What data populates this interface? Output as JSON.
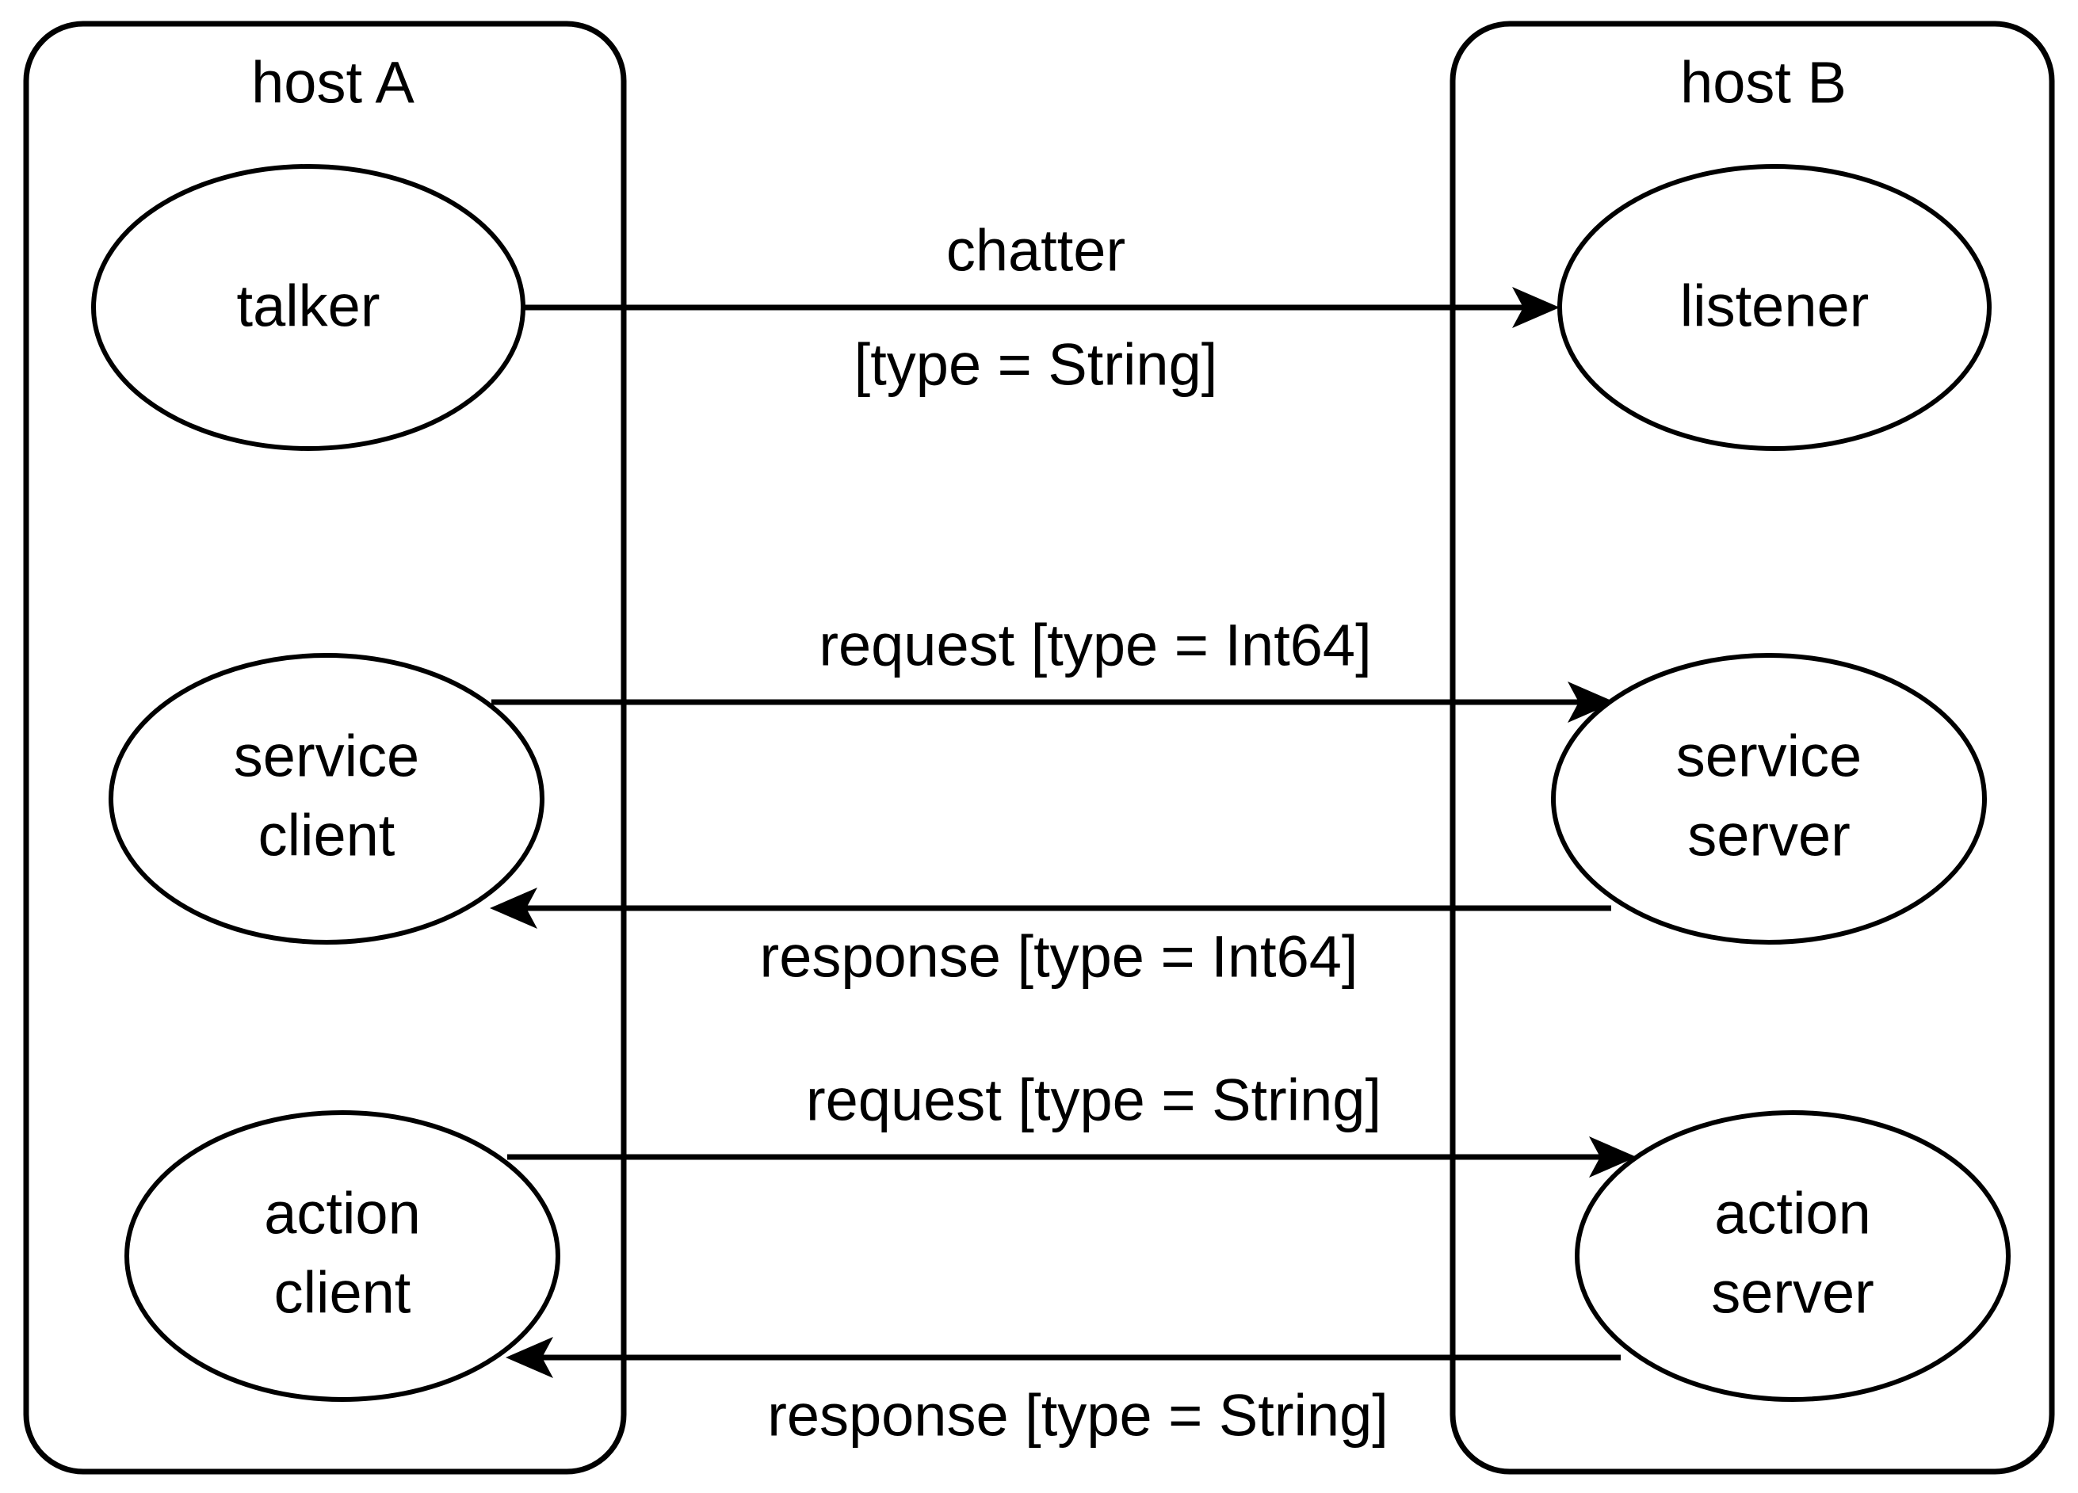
{
  "diagram": {
    "type": "node-graph",
    "title": "",
    "hosts": [
      {
        "id": "host-a",
        "label": "host A"
      },
      {
        "id": "host-b",
        "label": "host B"
      }
    ],
    "nodes": [
      {
        "id": "talker",
        "host": "host-a",
        "label_line1": "talker",
        "label_line2": ""
      },
      {
        "id": "service-client",
        "host": "host-a",
        "label_line1": "service",
        "label_line2": "client"
      },
      {
        "id": "action-client",
        "host": "host-a",
        "label_line1": "action",
        "label_line2": "client"
      },
      {
        "id": "listener",
        "host": "host-b",
        "label_line1": "listener",
        "label_line2": ""
      },
      {
        "id": "service-server",
        "host": "host-b",
        "label_line1": "service",
        "label_line2": "server"
      },
      {
        "id": "action-server",
        "host": "host-b",
        "label_line1": "action",
        "label_line2": "server"
      }
    ],
    "edges": [
      {
        "id": "chatter",
        "from": "talker",
        "to": "listener",
        "direction": "right",
        "label_above": "chatter",
        "label_below": "[type = String]"
      },
      {
        "id": "service-request",
        "from": "service-client",
        "to": "service-server",
        "direction": "right",
        "label_above": "request [type = Int64]",
        "label_below": ""
      },
      {
        "id": "service-response",
        "from": "service-server",
        "to": "service-client",
        "direction": "left",
        "label_above": "",
        "label_below": "response [type = Int64]"
      },
      {
        "id": "action-request",
        "from": "action-client",
        "to": "action-server",
        "direction": "right",
        "label_above": "request [type = String]",
        "label_below": ""
      },
      {
        "id": "action-response",
        "from": "action-server",
        "to": "action-client",
        "direction": "left",
        "label_above": "",
        "label_below": "response [type = String]"
      }
    ],
    "colors": {
      "stroke": "#000000",
      "fill": "#ffffff",
      "text": "#000000"
    }
  }
}
